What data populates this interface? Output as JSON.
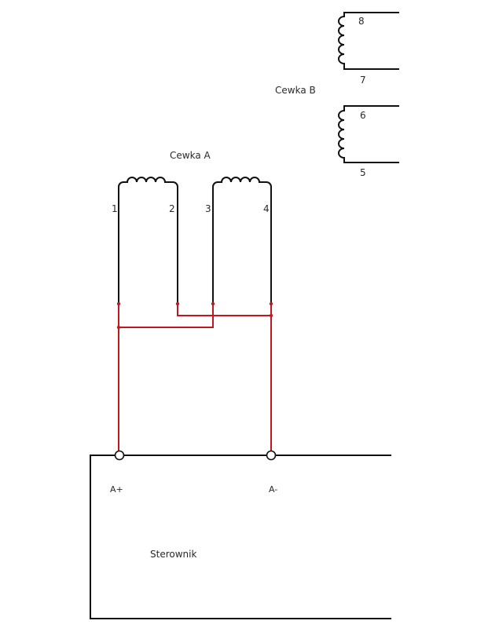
{
  "coil_b": {
    "label": "Cewka B",
    "upper_winding": {
      "terminal_top": "8",
      "terminal_bottom": "7"
    },
    "lower_winding": {
      "terminal_top": "6",
      "terminal_bottom": "5"
    }
  },
  "coil_a": {
    "label": "Cewka A",
    "terminals": [
      "1",
      "2",
      "3",
      "4"
    ]
  },
  "controller": {
    "label": "Sterownik",
    "terminal_plus": "A+",
    "terminal_minus": "A-"
  },
  "colors": {
    "wire": "#111111",
    "jumper": "#c0181c",
    "background": "#ffffff"
  }
}
